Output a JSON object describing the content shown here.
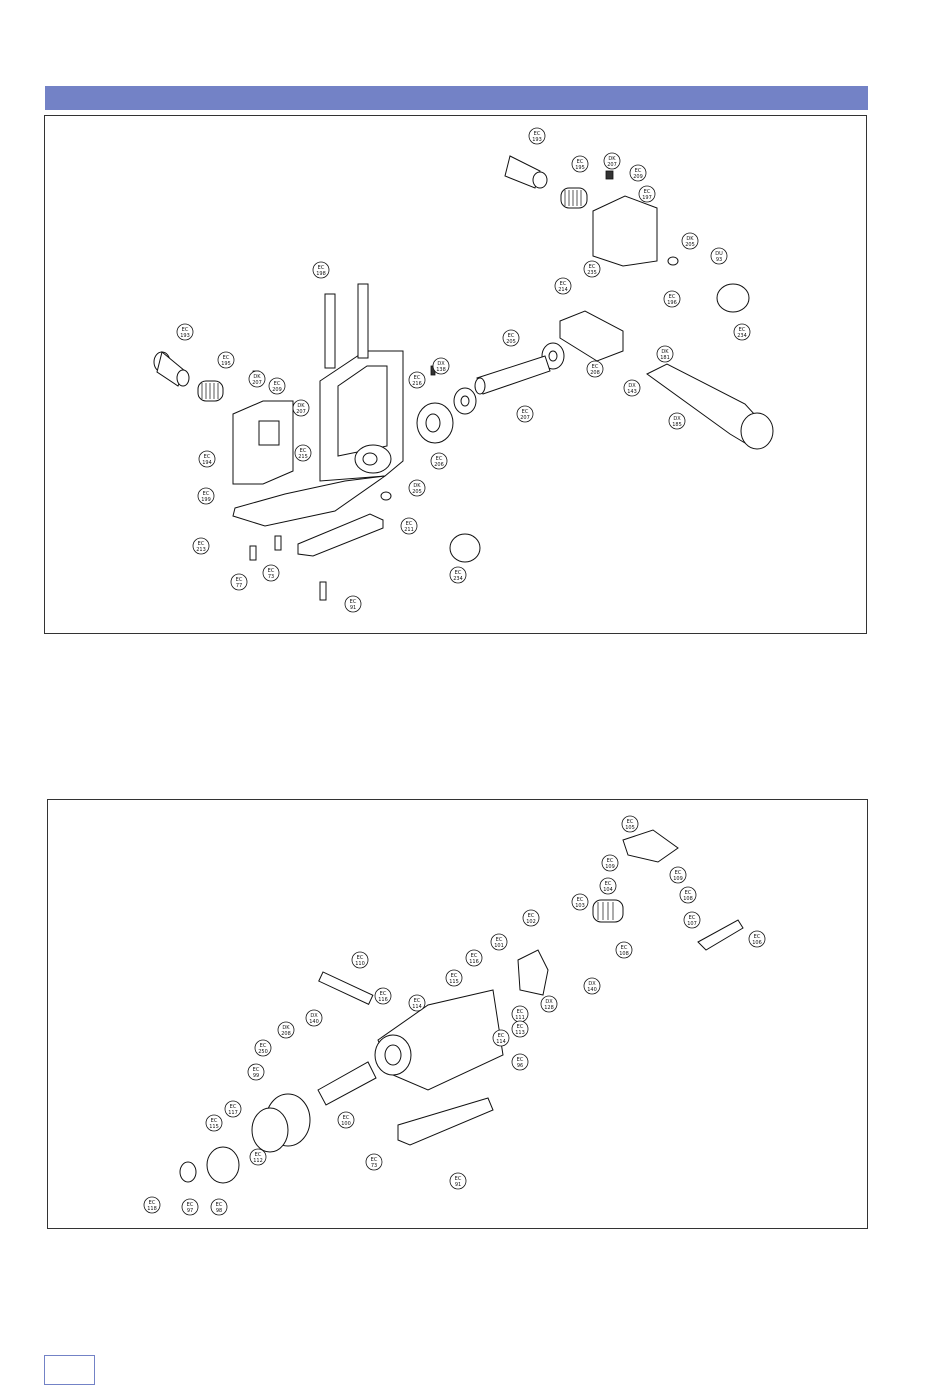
{
  "header": {
    "band_color": "#7382c6"
  },
  "diagram_top": {
    "callouts": [
      {
        "code": "EC",
        "num": "193"
      },
      {
        "code": "EC",
        "num": "195"
      },
      {
        "code": "DK",
        "num": "207"
      },
      {
        "code": "EC",
        "num": "209"
      },
      {
        "code": "EC",
        "num": "197"
      },
      {
        "code": "DK",
        "num": "205"
      },
      {
        "code": "DU",
        "num": "93"
      },
      {
        "code": "EC",
        "num": "235"
      },
      {
        "code": "EC",
        "num": "214"
      },
      {
        "code": "EC",
        "num": "196"
      },
      {
        "code": "EC",
        "num": "234"
      },
      {
        "code": "EC",
        "num": "205"
      },
      {
        "code": "EC",
        "num": "208"
      },
      {
        "code": "DK",
        "num": "181"
      },
      {
        "code": "DX",
        "num": "143"
      },
      {
        "code": "DX",
        "num": "185"
      },
      {
        "code": "EC",
        "num": "207"
      },
      {
        "code": "EC",
        "num": "198"
      },
      {
        "code": "EC",
        "num": "216"
      },
      {
        "code": "DX",
        "num": "138"
      },
      {
        "code": "EC",
        "num": "193"
      },
      {
        "code": "EC",
        "num": "195"
      },
      {
        "code": "DK",
        "num": "207"
      },
      {
        "code": "EC",
        "num": "209"
      },
      {
        "code": "DK",
        "num": "207"
      },
      {
        "code": "EC",
        "num": "215"
      },
      {
        "code": "EC",
        "num": "194"
      },
      {
        "code": "EC",
        "num": "206"
      },
      {
        "code": "EC",
        "num": "199"
      },
      {
        "code": "DK",
        "num": "205"
      },
      {
        "code": "EC",
        "num": "211"
      },
      {
        "code": "EC",
        "num": "213"
      },
      {
        "code": "EC",
        "num": "77"
      },
      {
        "code": "EC",
        "num": "73"
      },
      {
        "code": "EC",
        "num": "234"
      },
      {
        "code": "EC",
        "num": "91"
      }
    ]
  },
  "diagram_bottom": {
    "callouts": [
      {
        "code": "EC",
        "num": "105"
      },
      {
        "code": "EC",
        "num": "109"
      },
      {
        "code": "EC",
        "num": "109"
      },
      {
        "code": "EC",
        "num": "104"
      },
      {
        "code": "EC",
        "num": "108"
      },
      {
        "code": "EC",
        "num": "103"
      },
      {
        "code": "EC",
        "num": "102"
      },
      {
        "code": "EC",
        "num": "107"
      },
      {
        "code": "EC",
        "num": "106"
      },
      {
        "code": "EC",
        "num": "108"
      },
      {
        "code": "EC",
        "num": "101"
      },
      {
        "code": "EC",
        "num": "116"
      },
      {
        "code": "EC",
        "num": "115"
      },
      {
        "code": "DX",
        "num": "140"
      },
      {
        "code": "DX",
        "num": "128"
      },
      {
        "code": "EC",
        "num": "111"
      },
      {
        "code": "EC",
        "num": "110"
      },
      {
        "code": "EC",
        "num": "116"
      },
      {
        "code": "EC",
        "num": "114"
      },
      {
        "code": "EC",
        "num": "113"
      },
      {
        "code": "EC",
        "num": "114"
      },
      {
        "code": "DX",
        "num": "140"
      },
      {
        "code": "EC",
        "num": "96"
      },
      {
        "code": "DK",
        "num": "208"
      },
      {
        "code": "EC",
        "num": "250"
      },
      {
        "code": "EC",
        "num": "99"
      },
      {
        "code": "EC",
        "num": "100"
      },
      {
        "code": "EC",
        "num": "117"
      },
      {
        "code": "EC",
        "num": "115"
      },
      {
        "code": "EC",
        "num": "112"
      },
      {
        "code": "EC",
        "num": "73"
      },
      {
        "code": "EC",
        "num": "91"
      },
      {
        "code": "EC",
        "num": "118"
      },
      {
        "code": "EC",
        "num": "97"
      },
      {
        "code": "EC",
        "num": "98"
      }
    ]
  },
  "footer": {
    "page_number": ""
  }
}
